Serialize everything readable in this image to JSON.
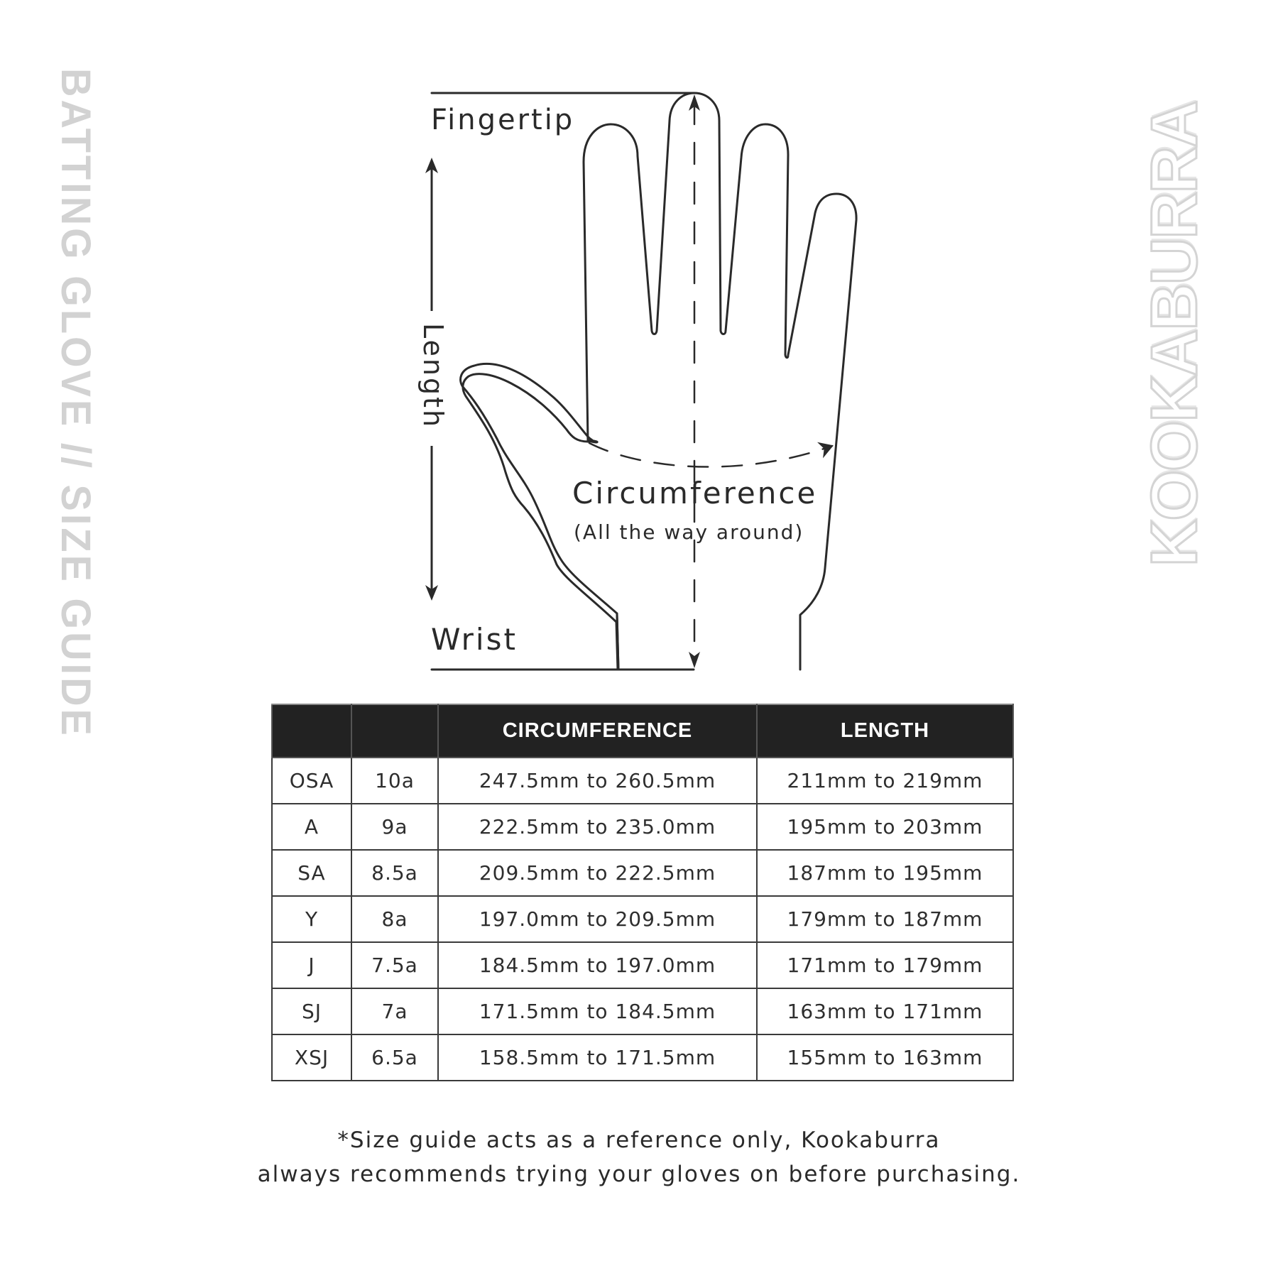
{
  "side_title": "BATTING GLOVE // SIZE GUIDE",
  "brand": "KOOKABURRA",
  "diagram": {
    "labels": {
      "fingertip": "Fingertip",
      "wrist": "Wrist",
      "length": "Length",
      "circumference": "Circumference",
      "circumference_note": "(All the way around)"
    },
    "icons": [
      "hand-outline-icon",
      "length-arrow-icon",
      "circumference-arrow-icon",
      "fingertip-to-wrist-arrow-icon"
    ]
  },
  "table": {
    "headers": [
      "",
      "",
      "CIRCUMFERENCE",
      "LENGTH"
    ],
    "rows": [
      {
        "size": "OSA",
        "code": "10a",
        "circumference": "247.5mm to 260.5mm",
        "length": "211mm to 219mm"
      },
      {
        "size": "A",
        "code": "9a",
        "circumference": "222.5mm to 235.0mm",
        "length": "195mm to 203mm"
      },
      {
        "size": "SA",
        "code": "8.5a",
        "circumference": "209.5mm to 222.5mm",
        "length": "187mm to 195mm"
      },
      {
        "size": "Y",
        "code": "8a",
        "circumference": "197.0mm to 209.5mm",
        "length": "179mm to 187mm"
      },
      {
        "size": "J",
        "code": "7.5a",
        "circumference": "184.5mm to 197.0mm",
        "length": "171mm to 179mm"
      },
      {
        "size": "SJ",
        "code": "7a",
        "circumference": "171.5mm to 184.5mm",
        "length": "163mm to 171mm"
      },
      {
        "size": "XSJ",
        "code": "6.5a",
        "circumference": "158.5mm to 171.5mm",
        "length": "155mm to 163mm"
      }
    ]
  },
  "footnote": {
    "line1": "*Size guide acts as a reference only, Kookaburra",
    "line2": "always recommends trying your gloves on before purchasing."
  },
  "colors": {
    "header_bg": "#222222",
    "header_text": "#ffffff",
    "watermark": "#d2d2d2",
    "line": "#2a2a2a"
  }
}
